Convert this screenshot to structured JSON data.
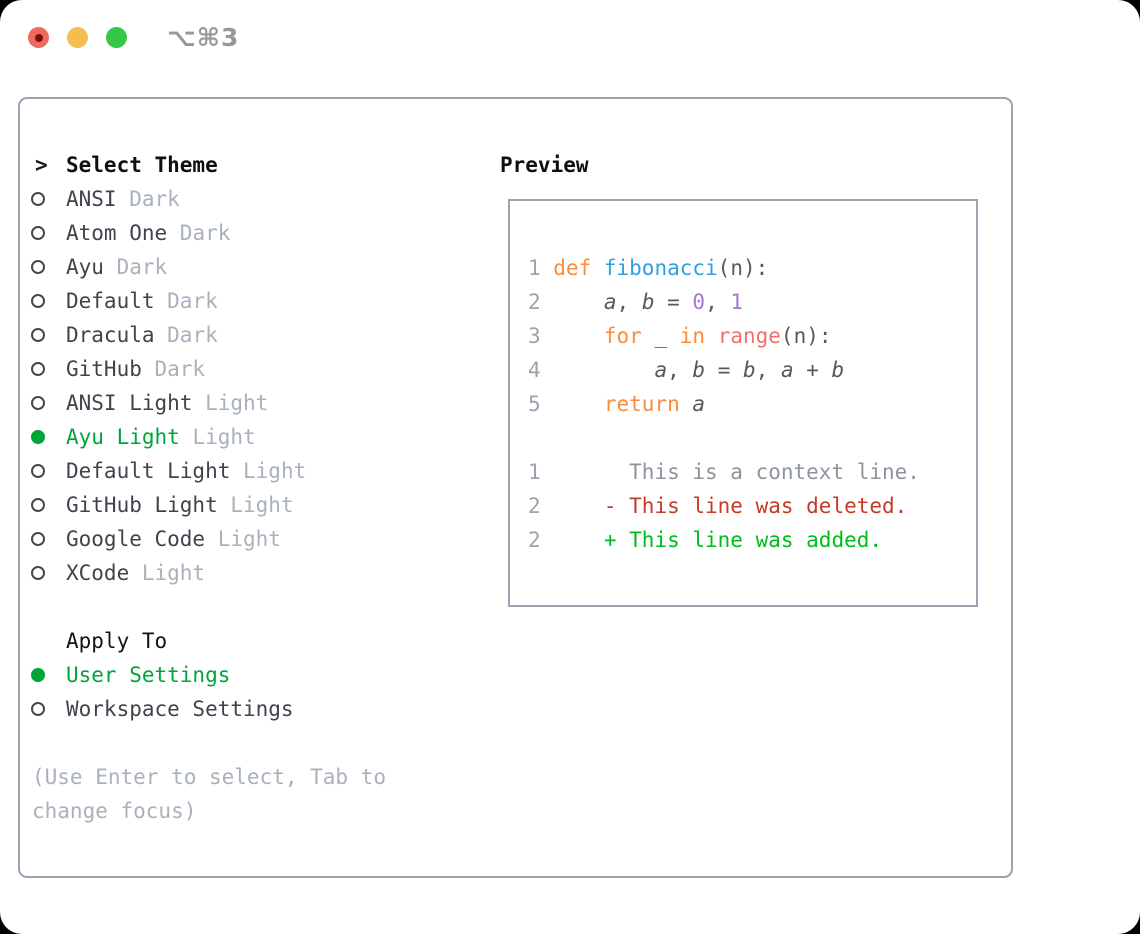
{
  "colors": {
    "tl-red": "#ee6a5f",
    "tl-red-dot": "#7e1104",
    "tl-yellow": "#f5bd4f",
    "tl-green": "#34c748",
    "border": "#9aa3af",
    "sel": "#00a538",
    "name": "#3f444c",
    "muted": "#a9b1bc",
    "fg": "#55595f",
    "ln": "#9aa3ae",
    "kw": "#fa8c3c",
    "fn": "#2f9fe5",
    "numc": "#a37acc",
    "bi": "#f0716d",
    "ctx": "#8d949d",
    "del": "#c43b28",
    "add": "#00bd1c",
    "shortcut": "#97979c"
  },
  "window": {
    "shortcut": "⌥⌘3"
  },
  "theme_panel": {
    "header": {
      "prompt": ">",
      "label": "Select Theme"
    },
    "themes": [
      {
        "name": "ANSI",
        "variant": "Dark",
        "selected": false
      },
      {
        "name": "Atom One",
        "variant": "Dark",
        "selected": false
      },
      {
        "name": "Ayu",
        "variant": "Dark",
        "selected": false
      },
      {
        "name": "Default",
        "variant": "Dark",
        "selected": false
      },
      {
        "name": "Dracula",
        "variant": "Dark",
        "selected": false
      },
      {
        "name": "GitHub",
        "variant": "Dark",
        "selected": false
      },
      {
        "name": "ANSI Light",
        "variant": "Light",
        "selected": false
      },
      {
        "name": "Ayu Light",
        "variant": "Light",
        "selected": true
      },
      {
        "name": "Default Light",
        "variant": "Light",
        "selected": false
      },
      {
        "name": "GitHub Light",
        "variant": "Light",
        "selected": false
      },
      {
        "name": "Google Code",
        "variant": "Light",
        "selected": false
      },
      {
        "name": "XCode",
        "variant": "Light",
        "selected": false
      }
    ],
    "apply_to": {
      "label": "Apply To",
      "options": [
        {
          "name": "User Settings",
          "selected": true
        },
        {
          "name": "Workspace Settings",
          "selected": false
        }
      ]
    },
    "footer": {
      "line1": "(Use Enter to select, Tab to",
      "line2": "change focus)"
    }
  },
  "preview": {
    "label": "Preview",
    "code_lines": [
      {
        "num": "1",
        "tokens": [
          [
            "kw",
            "def "
          ],
          [
            "fn",
            "fibonacci"
          ],
          [
            "fg",
            "(n):"
          ]
        ]
      },
      {
        "num": "2",
        "tokens": [
          [
            "fg",
            "    "
          ],
          [
            "var",
            "a"
          ],
          [
            "fg",
            ", "
          ],
          [
            "var",
            "b"
          ],
          [
            "fg",
            " = "
          ],
          [
            "numc",
            "0"
          ],
          [
            "fg",
            ", "
          ],
          [
            "numc",
            "1"
          ]
        ]
      },
      {
        "num": "3",
        "tokens": [
          [
            "fg",
            "    "
          ],
          [
            "kw",
            "for"
          ],
          [
            "fg",
            " _ "
          ],
          [
            "kw",
            "in"
          ],
          [
            "fg",
            " "
          ],
          [
            "bi",
            "range"
          ],
          [
            "fg",
            "(n):"
          ]
        ]
      },
      {
        "num": "4",
        "tokens": [
          [
            "fg",
            "        "
          ],
          [
            "var",
            "a"
          ],
          [
            "fg",
            ", "
          ],
          [
            "var",
            "b"
          ],
          [
            "fg",
            " = "
          ],
          [
            "var",
            "b"
          ],
          [
            "fg",
            ", "
          ],
          [
            "var",
            "a"
          ],
          [
            "fg",
            " + "
          ],
          [
            "var",
            "b"
          ]
        ]
      },
      {
        "num": "5",
        "tokens": [
          [
            "fg",
            "    "
          ],
          [
            "kw",
            "return"
          ],
          [
            "fg",
            " "
          ],
          [
            "var",
            "a"
          ]
        ]
      },
      {
        "num": "",
        "tokens": []
      },
      {
        "num": "1",
        "tokens": [
          [
            "ctx",
            "      This is a context line."
          ]
        ]
      },
      {
        "num": "2",
        "tokens": [
          [
            "del",
            "    - This line was deleted."
          ]
        ]
      },
      {
        "num": "2",
        "tokens": [
          [
            "add",
            "    + This line was added."
          ]
        ]
      }
    ]
  }
}
